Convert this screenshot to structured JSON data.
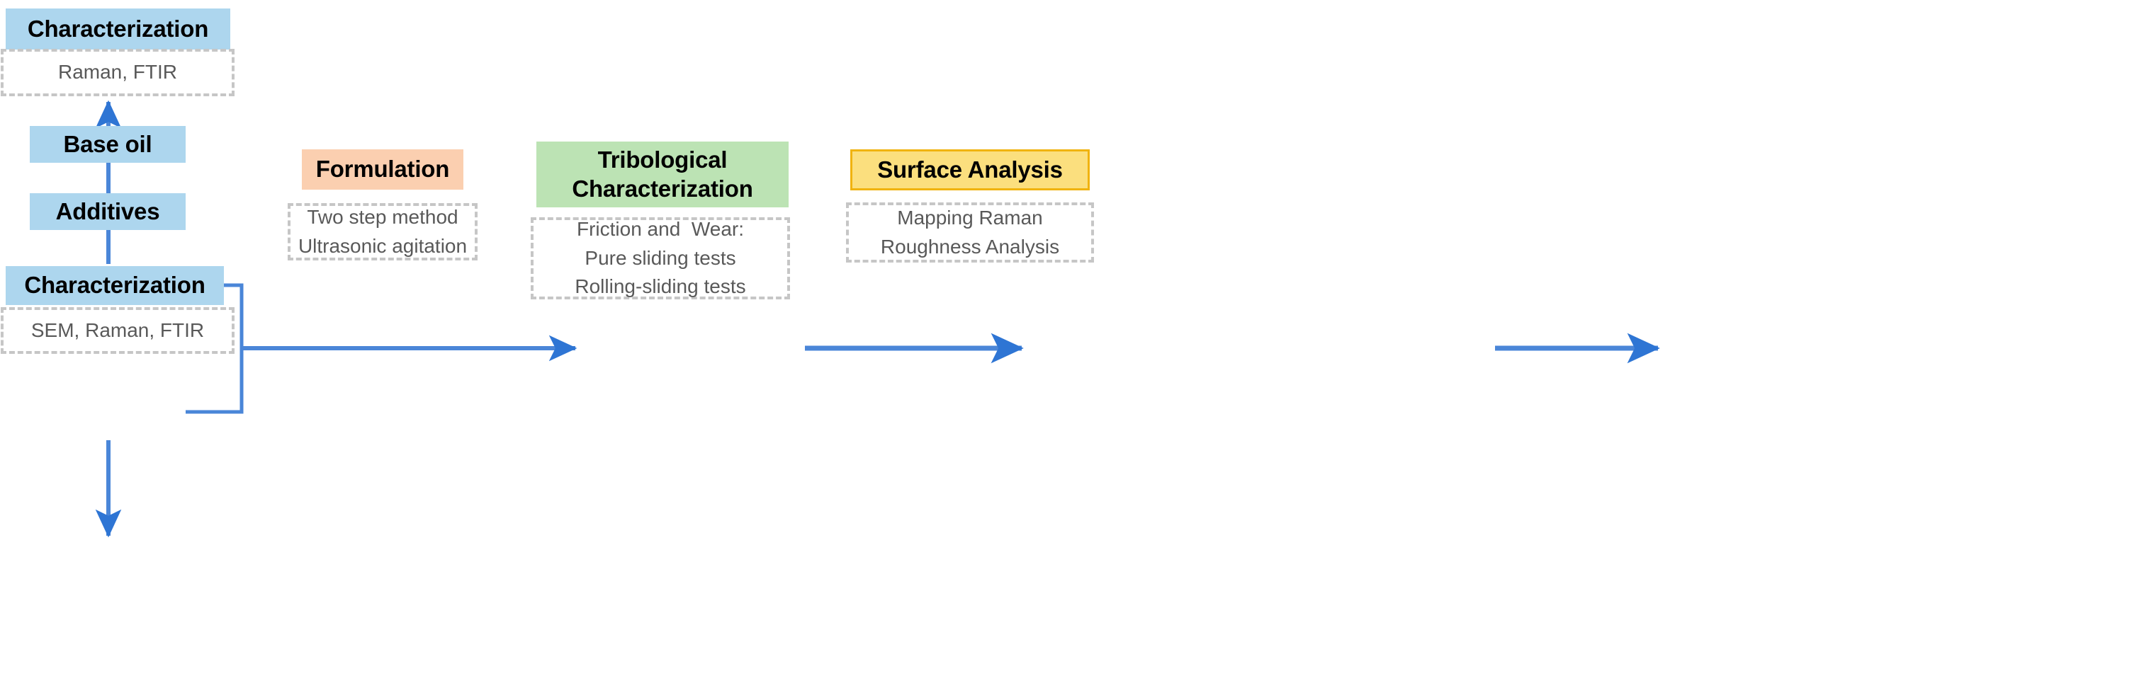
{
  "diagram": {
    "title": "Lubricant formulation and tribological evaluation workflow",
    "type": "flowchart",
    "colors": {
      "blue_fill": "#ADD6EE",
      "peach_fill": "#FBCFB0",
      "green_fill": "#BCE3B4",
      "yellow_fill": "#FBDF7E",
      "yellow_border": "#F0B310",
      "arrow": "#4A86D8",
      "dashed_border": "#C6C6C6",
      "detail_text": "#595959",
      "node_text": "#000000",
      "background": "#FFFFFF"
    }
  },
  "nodes": {
    "characterization_top": {
      "label": "Characterization"
    },
    "base_oil": {
      "label": "Base oil"
    },
    "additives": {
      "label": "Additives"
    },
    "characterization_bottom": {
      "label": "Characterization"
    },
    "formulation": {
      "label": "Formulation"
    },
    "tribological": {
      "label_line1": "Tribological",
      "label_line2": "Characterization"
    },
    "surface_analysis": {
      "label": "Surface Analysis"
    }
  },
  "details": {
    "characterization_top_detail": {
      "lines": [
        "Raman, FTIR"
      ]
    },
    "characterization_bottom_detail": {
      "lines": [
        "SEM, Raman, FTIR"
      ]
    },
    "formulation_detail": {
      "lines": [
        "Two step method",
        "Ultrasonic agitation"
      ]
    },
    "tribological_detail": {
      "lines": [
        "Friction and  Wear:",
        "Pure sliding tests",
        "Rolling-sliding tests"
      ]
    },
    "surface_analysis_detail": {
      "lines": [
        "Mapping Raman",
        "Roughness Analysis"
      ]
    }
  },
  "connectors": [
    {
      "name": "base-oil-to-characterization-top",
      "from": "base_oil",
      "to": "characterization_top_detail",
      "direction": "up"
    },
    {
      "name": "additives-to-characterization-bottom",
      "from": "additives",
      "to": "characterization_bottom",
      "direction": "down"
    },
    {
      "name": "base-oil-and-additives-to-formulation",
      "from": "base_oil + additives",
      "to": "formulation",
      "direction": "right",
      "style": "merge-bracket"
    },
    {
      "name": "formulation-to-tribological",
      "from": "formulation",
      "to": "tribological",
      "direction": "right"
    },
    {
      "name": "tribological-to-surface-analysis",
      "from": "tribological",
      "to": "surface_analysis",
      "direction": "right"
    }
  ]
}
